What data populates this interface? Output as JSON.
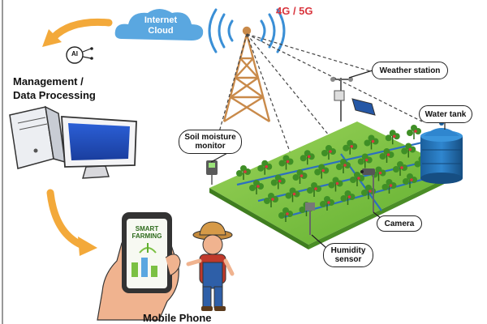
{
  "cloud": {
    "line1": "Internet",
    "line2": "Cloud"
  },
  "network": {
    "label": "4G / 5G"
  },
  "management": {
    "line1": "Management /",
    "line2": "Data Processing",
    "ai_badge": "AI"
  },
  "labels": {
    "weather_station": "Weather station",
    "water_tank": "Water tank",
    "soil_line1": "Soil moisture",
    "soil_line2": "monitor",
    "camera": "Camera",
    "humidity_line1": "Humidity",
    "humidity_line2": "sensor",
    "mobile_phone": "Mobile Phone"
  },
  "phone_screen": {
    "line1": "SMART",
    "line2": "FARMING"
  },
  "colors": {
    "cloud": "#5aa7e0",
    "signal": "#3a8fd6",
    "tower": "#d9a066",
    "arrow": "#f3a93a",
    "field": "#7bc043",
    "tank": "#1f6fb3",
    "network_label": "#d9363e"
  }
}
